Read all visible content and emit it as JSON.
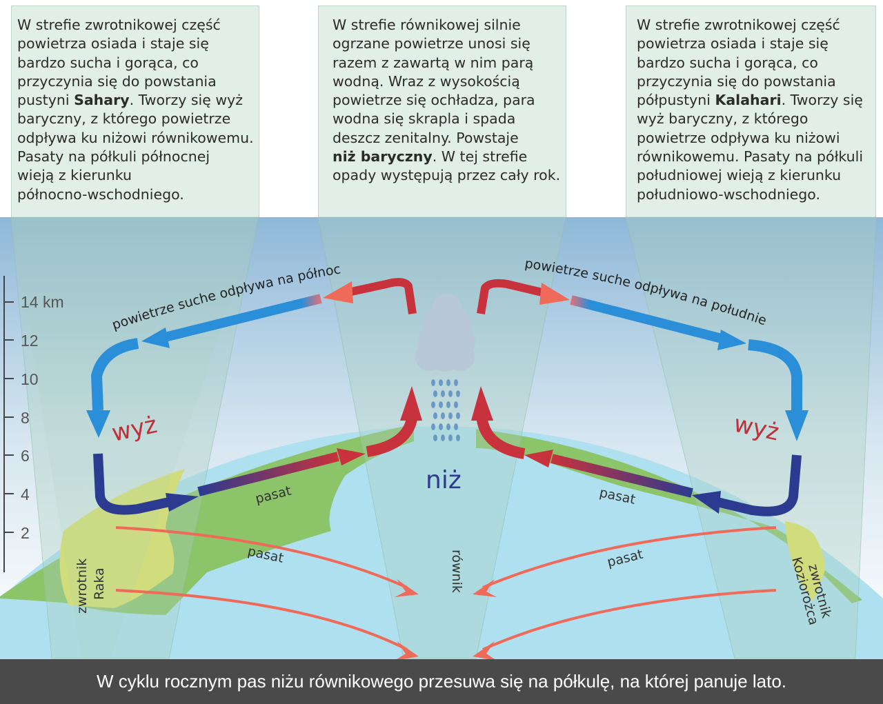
{
  "panels": [
    {
      "lines": [
        [
          {
            "t": "W strefie zwrotnikowej część"
          }
        ],
        [
          {
            "t": "powietrza osiada i staje się"
          }
        ],
        [
          {
            "t": "bardzo sucha i gorąca, co"
          }
        ],
        [
          {
            "t": "przyczynia się do powstania"
          }
        ],
        [
          {
            "t": "pustyni "
          },
          {
            "t": "Sahary",
            "b": true
          },
          {
            "t": ". Tworzy się wyż"
          }
        ],
        [
          {
            "t": "baryczny, z którego powietrze"
          }
        ],
        [
          {
            "t": "odpływa ku niżowi równikowemu."
          }
        ],
        [
          {
            "t": "Pasaty na półkuli północnej"
          }
        ],
        [
          {
            "t": "wieją z kierunku"
          }
        ],
        [
          {
            "t": "północno-wschodniego."
          }
        ]
      ]
    },
    {
      "lines": [
        [
          {
            "t": "W strefie równikowej silnie"
          }
        ],
        [
          {
            "t": "ogrzane powietrze unosi się"
          }
        ],
        [
          {
            "t": "razem z zawartą w nim parą"
          }
        ],
        [
          {
            "t": "wodną. Wraz z wysokością"
          }
        ],
        [
          {
            "t": "powietrze się ochładza, para"
          }
        ],
        [
          {
            "t": "wodna się skrapla i spada"
          }
        ],
        [
          {
            "t": "deszcz zenitalny. Powstaje"
          }
        ],
        [
          {
            "t": "niż baryczny",
            "b": true
          },
          {
            "t": ". W tej strefie"
          }
        ],
        [
          {
            "t": "opady występują przez cały rok."
          }
        ]
      ]
    },
    {
      "lines": [
        [
          {
            "t": "W strefie zwrotnikowej część"
          }
        ],
        [
          {
            "t": "powietrza osiada i staje się"
          }
        ],
        [
          {
            "t": "bardzo sucha i gorąca, co"
          }
        ],
        [
          {
            "t": "przyczynia się do powstania"
          }
        ],
        [
          {
            "t": "półpustyni "
          },
          {
            "t": "Kalahari",
            "b": true
          },
          {
            "t": ". Tworzy się"
          }
        ],
        [
          {
            "t": "wyż baryczny, z którego"
          }
        ],
        [
          {
            "t": "powietrze odpływa ku niżowi"
          }
        ],
        [
          {
            "t": "równikowemu. Pasaty na półkuli"
          }
        ],
        [
          {
            "t": "południowej wieją z kierunku"
          }
        ],
        [
          {
            "t": "południowo-wschodniego."
          }
        ]
      ]
    }
  ],
  "axis": {
    "labels": [
      "14 km",
      "12",
      "10",
      "8",
      "6",
      "4",
      "2"
    ]
  },
  "labels": {
    "flow_north": "powietrze suche odpływa na północ",
    "flow_south": "powietrze suche odpływa na południe",
    "high_left": "wyż",
    "high_right": "wyż",
    "low": "niż",
    "pasat": "pasat",
    "equator": "równik",
    "cancer_1": "zwrotnik",
    "cancer_2": "Raka",
    "capricorn_1": "zwrotnik",
    "capricorn_2": "Koziorożca"
  },
  "footer": "W cyklu rocznym pas niżu równikowego przesuwa się na półkulę, na której panuje lato.",
  "colors": {
    "high": "#c0303a",
    "low": "#2e3a8c",
    "land": "#8cc46a",
    "desert": "#e6e45a",
    "ocean": "#aee0f0",
    "arrow_blue": "#2a8fd8",
    "arrow_red": "#c8323c",
    "trade_red": "#f06a5a"
  }
}
